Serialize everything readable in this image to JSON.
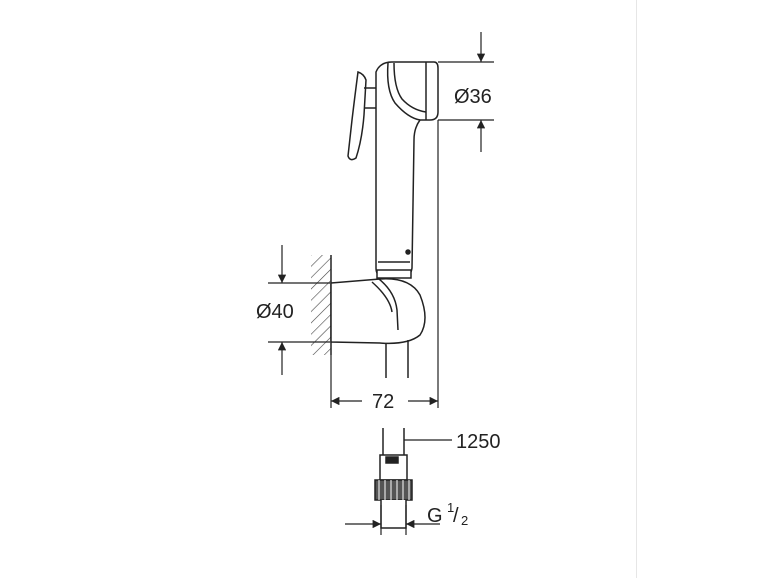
{
  "drawing": {
    "dimensions": {
      "head_diameter": "Ø36",
      "holder_diameter": "Ø40",
      "projection": "72",
      "hose_length": "1250",
      "thread_main": "G",
      "thread_num": "1",
      "thread_den": "2"
    }
  }
}
